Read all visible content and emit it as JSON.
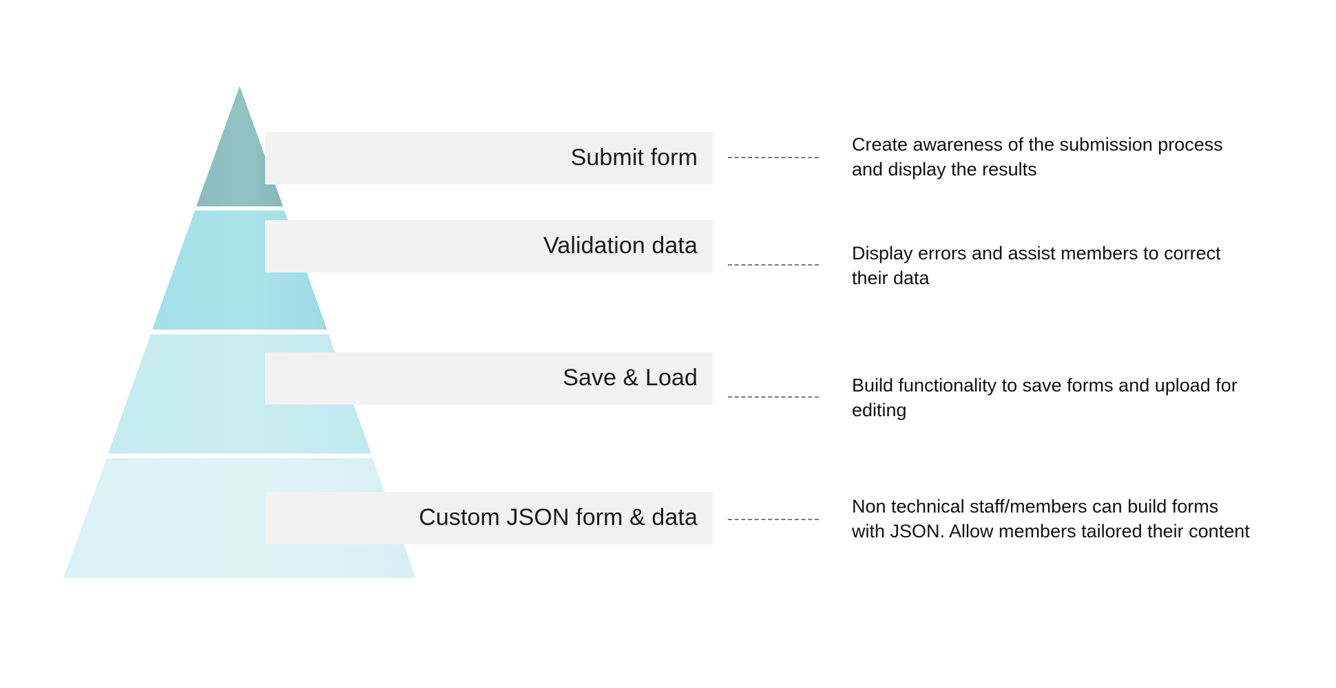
{
  "diagram": {
    "type": "pyramid",
    "orientation": "apex-up",
    "background_color": "#ffffff",
    "label_band_color": "#f2f2f2",
    "connector_color": "#7a7a7a",
    "connector_style": "dashed",
    "text_color": "#111111",
    "tier_count": 4,
    "tiers": [
      {
        "level": 1,
        "position": "top",
        "label": "Submit form",
        "fill_color": "#8cbcbe",
        "description_lines": [
          "Create awareness of the submission process",
          "and display the results"
        ],
        "description": "Create awareness of the submission process and display the results"
      },
      {
        "level": 2,
        "position": "upper-middle",
        "label": "Validation data",
        "fill_color": "#a5e0e8",
        "description_lines": [
          "Display errors and assist members to correct",
          "their data"
        ],
        "description": "Display errors and assist members to correct their data"
      },
      {
        "level": 3,
        "position": "lower-middle",
        "label": "Save & Load",
        "fill_color": "#c5ebef",
        "description_lines": [
          "Build functionality to save forms and upload for",
          "editing"
        ],
        "description": "Build functionality to save forms and upload for editing"
      },
      {
        "level": 4,
        "position": "bottom",
        "label": "Custom JSON form & data",
        "fill_color": "#dcf2f4",
        "description_lines": [
          "Non technical staff/members can build forms",
          "with JSON. Allow members tailored their content"
        ],
        "description": "Non technical staff/members can build forms with JSON. Allow members tailored their content"
      }
    ]
  }
}
